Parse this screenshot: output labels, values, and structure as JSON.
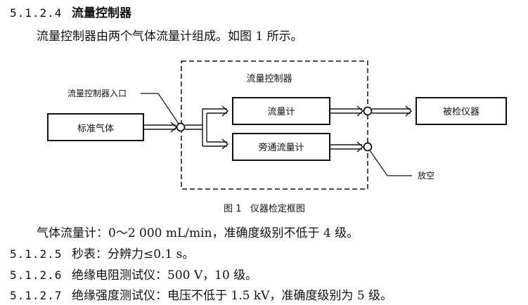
{
  "heading": {
    "number": "5.1.2.4",
    "title": "流量控制器"
  },
  "intro": "流量控制器由两个气体流量计组成。如图 1 所示。",
  "diagram": {
    "group_label": "流量控制器",
    "inlet_label": "流量控制器入口",
    "standard_gas": "标准气体",
    "flowmeter": "流量计",
    "bypass_flowmeter": "旁通流量计",
    "instrument": "被检仪器",
    "vent": "放空",
    "caption": "图 1   仪器检定框图"
  },
  "flowmeter_spec": "气体流量计：0～2 000 mL/min，准确度级别不低于 4 级。",
  "items": [
    {
      "number": "5.1.2.5",
      "text": "秒表：分辨力≤0.1 s。"
    },
    {
      "number": "5.1.2.6",
      "text": "绝缘电阻测试仪：500 V，10 级。"
    },
    {
      "number": "5.1.2.7",
      "text": "绝缘强度测试仪：电压不低于 1.5 kV，准确度级别为 5 级。"
    }
  ]
}
